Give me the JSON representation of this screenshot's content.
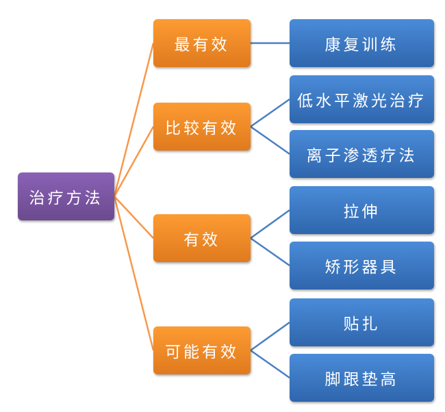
{
  "root": "治疗方法",
  "categories": [
    {
      "label": "最有效",
      "items": [
        "康复训练"
      ]
    },
    {
      "label": "比较有效",
      "items": [
        "低水平激光治疗",
        "离子渗透疗法"
      ]
    },
    {
      "label": "有效",
      "items": [
        "拉伸",
        "矫形器具"
      ]
    },
    {
      "label": "可能有效",
      "items": [
        "贴扎",
        "脚跟垫高"
      ]
    }
  ],
  "colors": {
    "root": "#7b58a4",
    "category": "#f08a28",
    "item": "#3d78c4",
    "orange_line": "#f5a04a",
    "blue_line": "#4a7fc0"
  }
}
